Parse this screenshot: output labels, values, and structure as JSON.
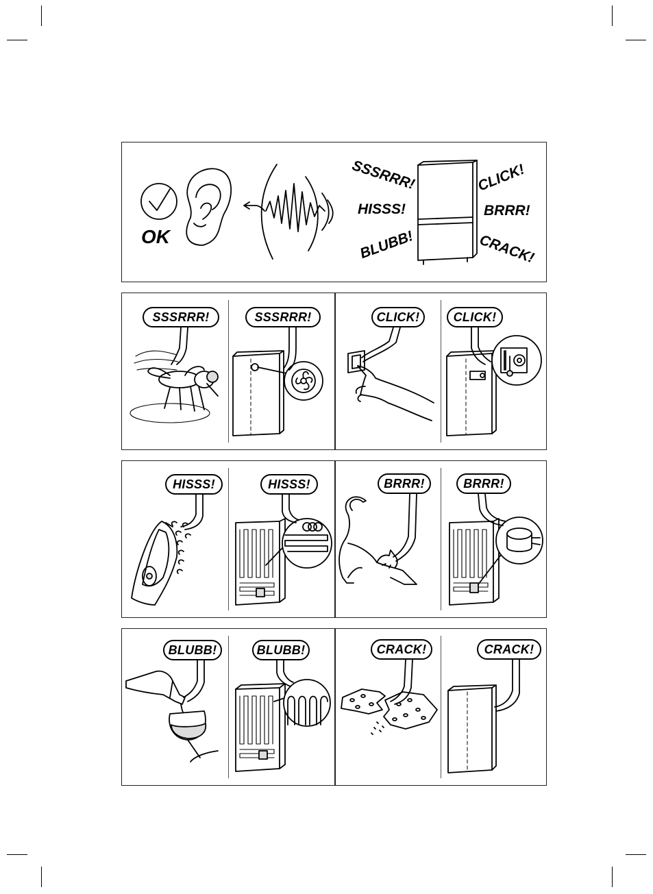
{
  "top_panel": {
    "ok_label": "OK",
    "sounds_left": [
      "SSSRRR!",
      "HISSS!",
      "BLUBB!"
    ],
    "sounds_right": [
      "CLICK!",
      "BRRR!",
      "CRACK!"
    ]
  },
  "row1": {
    "a_left": "SSSRRR!",
    "a_right": "SSSRRR!",
    "b_left": "CLICK!",
    "b_right": "CLICK!"
  },
  "row2": {
    "a_left": "HISSS!",
    "a_right": "HISSS!",
    "b_left": "BRRR!",
    "b_right": "BRRR!"
  },
  "row3": {
    "a_left": "BLUBB!",
    "a_right": "BLUBB!",
    "b_left": "CRACK!",
    "b_right": "CRACK!"
  }
}
